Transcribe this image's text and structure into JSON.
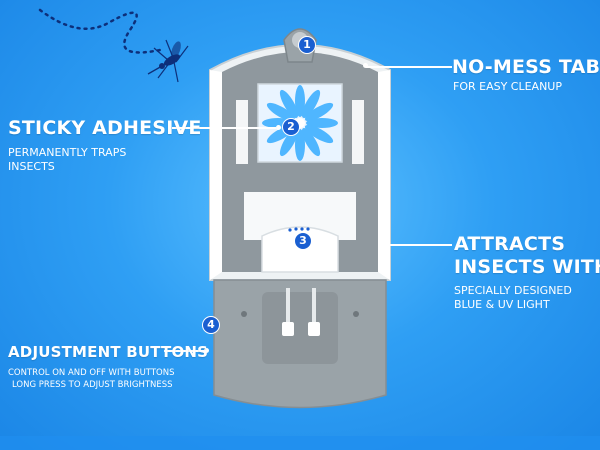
{
  "callouts": [
    {
      "num": "1",
      "title": "NO-MESS TAB",
      "sub": [
        "FOR EASY CLEANUP"
      ]
    },
    {
      "num": "2",
      "title": "STICKY ADHESIVE",
      "sub": [
        "PERMANENTLY TRAPS",
        "INSECTS"
      ]
    },
    {
      "num": "3",
      "title": "ATTRACTS",
      "title2": "INSECTS WITH",
      "sub": [
        "SPECIALLY DESIGNED",
        "BLUE & UV LIGHT"
      ]
    },
    {
      "num": "4",
      "title": "ADJUSTMENT BUTTONS",
      "sub": [
        "CONTROL ON AND OFF WITH BUTTONS",
        "LONG PRESS TO ADJUST BRIGHTNESS"
      ]
    }
  ],
  "colors": {
    "background": "#2f9ff4",
    "device": "#9aa3a8",
    "badge": "#1a5fd1",
    "flower": "#4fb6ff"
  },
  "icons": [
    "mosquito-icon",
    "flower-pattern-icon"
  ]
}
